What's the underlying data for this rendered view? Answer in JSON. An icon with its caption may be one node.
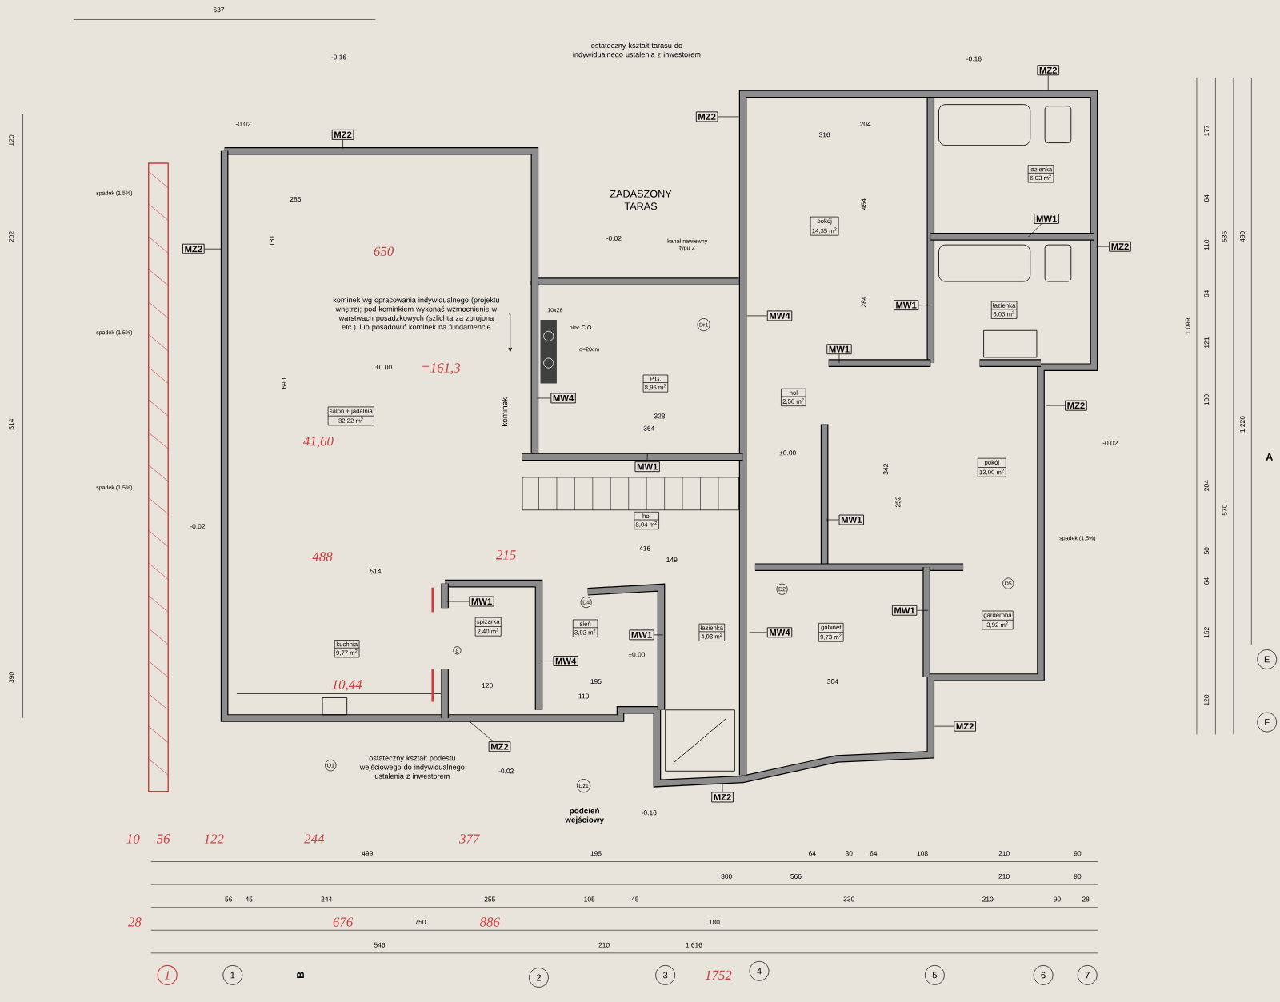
{
  "diagram": {
    "nodes": [
      {
        "text": [
          "salon + jadalnia",
          "32,22 m$^{2}$"
        ]
      },
      {
        "text": [
          "pokój",
          "14,35 m$^{2}$"
        ]
      },
      {
        "text": [
          "łazienka",
          "6,03 m$^{2}$"
        ]
      },
      {
        "text": [
          "łazienka",
          "6,03 m$^{2}$"
        ]
      },
      {
        "text": [
          "P.G.",
          "8,96 m$^{2}$"
        ]
      },
      {
        "text": [
          "hol",
          "2,50 m$^{2}$"
        ]
      },
      {
        "text": [
          "pokój",
          "13,00 m$^{2}$"
        ]
      },
      {
        "text": [
          "hol",
          "8,04 m$^{2}$"
        ]
      },
      {
        "text": [
          "spiżarka",
          "2,40 m$^{2}$"
        ]
      },
      {
        "text": [
          "sień",
          "3,92 m$^{2}$"
        ]
      },
      {
        "text": [
          "łazienka",
          "4,93 m$^{2}$"
        ]
      },
      {
        "text": [
          "gabinet",
          "9,73 m$^{2}$"
        ]
      },
      {
        "text": [
          "garderoba",
          "3,92 m$^{2}$"
        ]
      },
      {
        "text": [
          "kuchnia",
          "9,77 m$^{2}$"
        ]
      },
      {
        "text": [
          "MZ2"
        ]
      },
      {
        "text": [
          "MZ2"
        ]
      },
      {
        "text": [
          "MZ2"
        ]
      },
      {
        "text": [
          "MZ2"
        ]
      },
      {
        "text": [
          "MZ2"
        ]
      },
      {
        "text": [
          "MZ2"
        ]
      },
      {
        "text": [
          "MZ2"
        ]
      },
      {
        "text": [
          "MZ2"
        ]
      },
      {
        "text": [
          "MZ2"
        ]
      },
      {
        "text": [
          "MW4"
        ]
      },
      {
        "text": [
          "MW4"
        ]
      },
      {
        "text": [
          "MW4"
        ]
      },
      {
        "text": [
          "MW4"
        ]
      },
      {
        "text": [
          "MW1"
        ]
      },
      {
        "text": [
          "MW1"
        ]
      },
      {
        "text": [
          "MW1"
        ]
      },
      {
        "text": [
          "MW1"
        ]
      },
      {
        "text": [
          "MW1"
        ]
      },
      {
        "text": [
          "MW1"
        ]
      },
      {
        "text": [
          "MW1"
        ]
      },
      {
        "text": [
          "MW1"
        ]
      },
      {
        "text": [
          "D4"
        ]
      },
      {
        "text": [
          "D2"
        ]
      },
      {
        "text": [
          "D5"
        ]
      },
      {
        "text": [
          "8"
        ]
      },
      {
        "text": [
          "O1"
        ]
      },
      {
        "text": [
          "Dz1"
        ]
      },
      {
        "text": [
          "Dr1"
        ]
      },
      {
        "text": [
          "1"
        ]
      },
      {
        "text": [
          "2"
        ]
      },
      {
        "text": [
          "3"
        ]
      },
      {
        "text": [
          "4"
        ]
      },
      {
        "text": [
          "5"
        ]
      },
      {
        "text": [
          "6"
        ]
      },
      {
        "text": [
          "7"
        ]
      },
      {
        "text": [
          "E"
        ]
      },
      {
        "text": [
          "F"
        ]
      },
      {
        "text": [
          "kominek wg opracowania indywidualnego (projektu wnętrz); pod kominkiem wykonać wzmocnienie w warstwach posadzkowych (szlichta za zbrojona etc.) lub posadowić kominek na fundamencie"
        ]
      },
      {
        "text": [
          "1"
        ]
      }
    ],
    "edges": [
      {
        "from": 14,
        "to": null,
        "arrow": "none"
      },
      {
        "from": 15,
        "to": null,
        "arrow": "none"
      },
      {
        "from": 16,
        "to": null,
        "arrow": "none"
      },
      {
        "from": 17,
        "to": null,
        "arrow": "none"
      },
      {
        "from": 18,
        "to": null,
        "arrow": "none"
      },
      {
        "from": 19,
        "to": null,
        "arrow": "none"
      },
      {
        "from": 20,
        "to": null,
        "arrow": "none"
      },
      {
        "from": 21,
        "to": null,
        "arrow": "none"
      },
      {
        "from": 22,
        "to": null,
        "arrow": "none"
      },
      {
        "from": 23,
        "to": null,
        "arrow": "none"
      },
      {
        "from": 24,
        "to": null,
        "arrow": "none"
      },
      {
        "from": 25,
        "to": null,
        "arrow": "none"
      },
      {
        "from": 26,
        "to": null,
        "arrow": "none"
      },
      {
        "from": 27,
        "to": null,
        "arrow": "none"
      },
      {
        "from": 28,
        "to": null,
        "arrow": "none"
      },
      {
        "from": 29,
        "to": null,
        "arrow": "none"
      },
      {
        "from": 30,
        "to": null,
        "arrow": "none"
      },
      {
        "from": 31,
        "to": null,
        "arrow": "none"
      },
      {
        "from": 32,
        "to": null,
        "arrow": "none"
      },
      {
        "from": 33,
        "to": null,
        "arrow": "none"
      },
      {
        "from": 34,
        "to": null,
        "arrow": "none"
      },
      {
        "from": 51,
        "to": null,
        "arrow": "to"
      }
    ],
    "labels": [
      "ostateczny kształt tarasu do indywidualnego ustalenia z inwestorem",
      "ZADASZONY TARAS",
      "kanał nawiewny typu Z",
      "10x26",
      "piec C.O.",
      "d=20cm",
      "kominek",
      "ostateczny kształt podestu wejściowego do indywidualnego ustalenia z inwestorem",
      "podcień wejściowy",
      "±0.00",
      "±0.00",
      "±0.00",
      "-0.02",
      "-0.02",
      "-0.02",
      "-0.02",
      "-0.02",
      "-0.16",
      "-0.16",
      "-0.16",
      "spadek (1,5%)",
      "spadek (1,5%)",
      "spadek (1,5%)",
      "spadek (1,5%)",
      "A",
      "B",
      "690",
      "286",
      "181",
      "328",
      "364",
      "454",
      "284",
      "316",
      "204",
      "342",
      "252",
      "304",
      "416",
      "149",
      "195",
      "110",
      "514",
      "120",
      "120",
      "202",
      "514",
      "390",
      "637",
      "1 099",
      "177",
      "64",
      "110",
      "64",
      "121",
      "100",
      "204",
      "50",
      "64",
      "152",
      "120",
      "536",
      "570",
      "480",
      "1 226",
      "499",
      "195",
      "64",
      "30",
      "64",
      "108",
      "210",
      "90",
      "300",
      "566",
      "210",
      "90",
      "56",
      "45",
      "244",
      "255",
      "105",
      "45",
      "330",
      "210",
      "90",
      "28",
      "750",
      "180",
      "546",
      "210",
      "1 616",
      "650",
      "41,60",
      "488",
      "215",
      "10,44",
      "=161,3",
      "10",
      "56",
      "122",
      "244",
      "377",
      "28",
      "676",
      "886",
      "1752"
    ]
  }
}
